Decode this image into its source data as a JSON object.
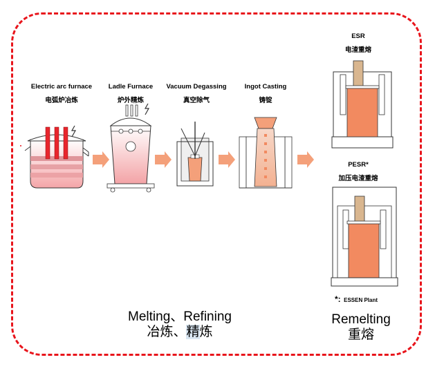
{
  "stages": [
    {
      "name_en": "Electric arc furnace",
      "name_cn": "电弧炉冶炼"
    },
    {
      "name_en": "Ladle Furnace",
      "name_cn": "炉外精炼"
    },
    {
      "name_en": "Vacuum Degassing",
      "name_cn": "真空除气"
    },
    {
      "name_en": "Ingot Casting",
      "name_cn": "铸锭"
    }
  ],
  "remelt": [
    {
      "name_en": "ESR",
      "name_cn": "电渣重熔"
    },
    {
      "name_en": "PESR*",
      "name_cn": "加压电渣重熔"
    }
  ],
  "footnote": {
    "mark": "*:",
    "text": "ESSEN Plant"
  },
  "groups": {
    "melting_en_1": "Melting、Refining",
    "melting_cn_1": "冶炼、",
    "melting_cn_2": "精",
    "melting_cn_3": "炼",
    "remelting_en": "Remelting",
    "remelting_cn": "重熔"
  },
  "colors": {
    "accent": "#e8141b",
    "orange": "#f4a07a",
    "melt": "#f28a60",
    "pink": "#f6c6c8",
    "frame": "#e8141b"
  }
}
